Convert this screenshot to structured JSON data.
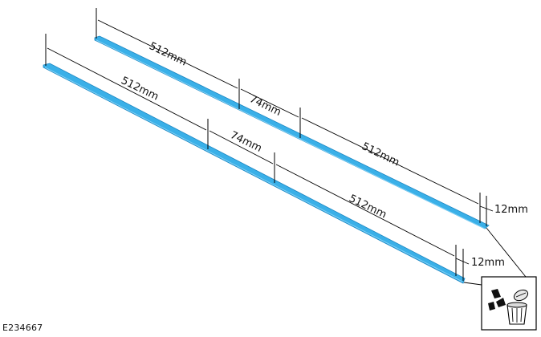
{
  "strip_upper": {
    "dim_1": "512mm",
    "dim_2": "74mm",
    "dim_3": "512mm",
    "dim_4": "12mm"
  },
  "strip_lower": {
    "dim_1": "512mm",
    "dim_2": "74mm",
    "dim_3": "512mm",
    "dim_4": "12mm"
  },
  "figure_id": "E234667",
  "icons": {
    "discard": "trash-bin-icon"
  },
  "colors": {
    "strip_fill": "#3ab0e8",
    "strip_edge": "#1b86c2",
    "line": "#000000"
  }
}
